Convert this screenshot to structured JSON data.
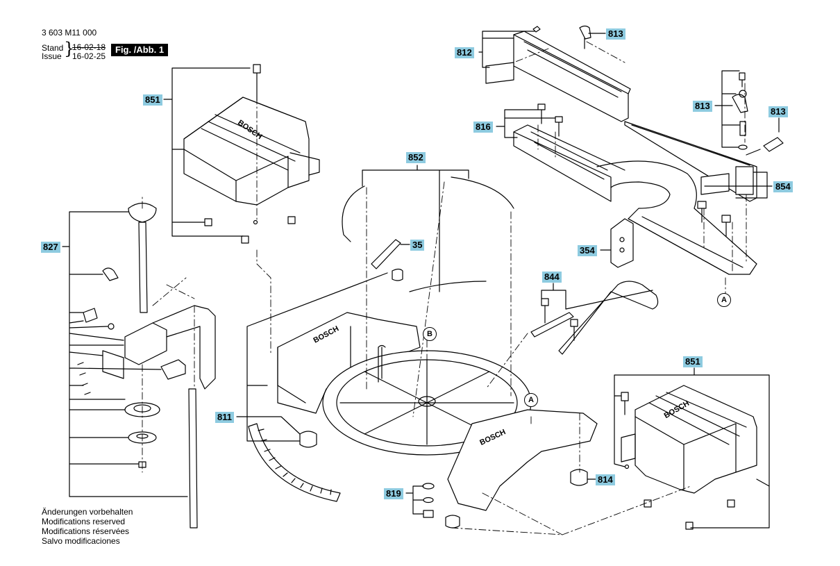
{
  "header": {
    "part_number": "3 603 M11 000",
    "stand_label": "Stand",
    "issue_label": "Issue",
    "stand_date": "16-02-18",
    "issue_date": "16-02-25",
    "figure_label": "Fig. /Abb. 1"
  },
  "callouts": [
    "812",
    "813",
    "813",
    "813",
    "816",
    "851",
    "852",
    "35",
    "827",
    "854",
    "354",
    "844",
    "851",
    "811",
    "814",
    "819"
  ],
  "reference_marks": [
    "A",
    "B",
    "A"
  ],
  "notes": [
    "Änderungen vorbehalten",
    "Modifications reserved",
    "Modifications réservées",
    "Salvo modificaciones"
  ],
  "brand_marks": [
    "BOSCH",
    "BOSCH",
    "BOSCH",
    "BOSCH"
  ],
  "colors": {
    "callout_background": "#8ecbe0",
    "line": "#000000"
  }
}
